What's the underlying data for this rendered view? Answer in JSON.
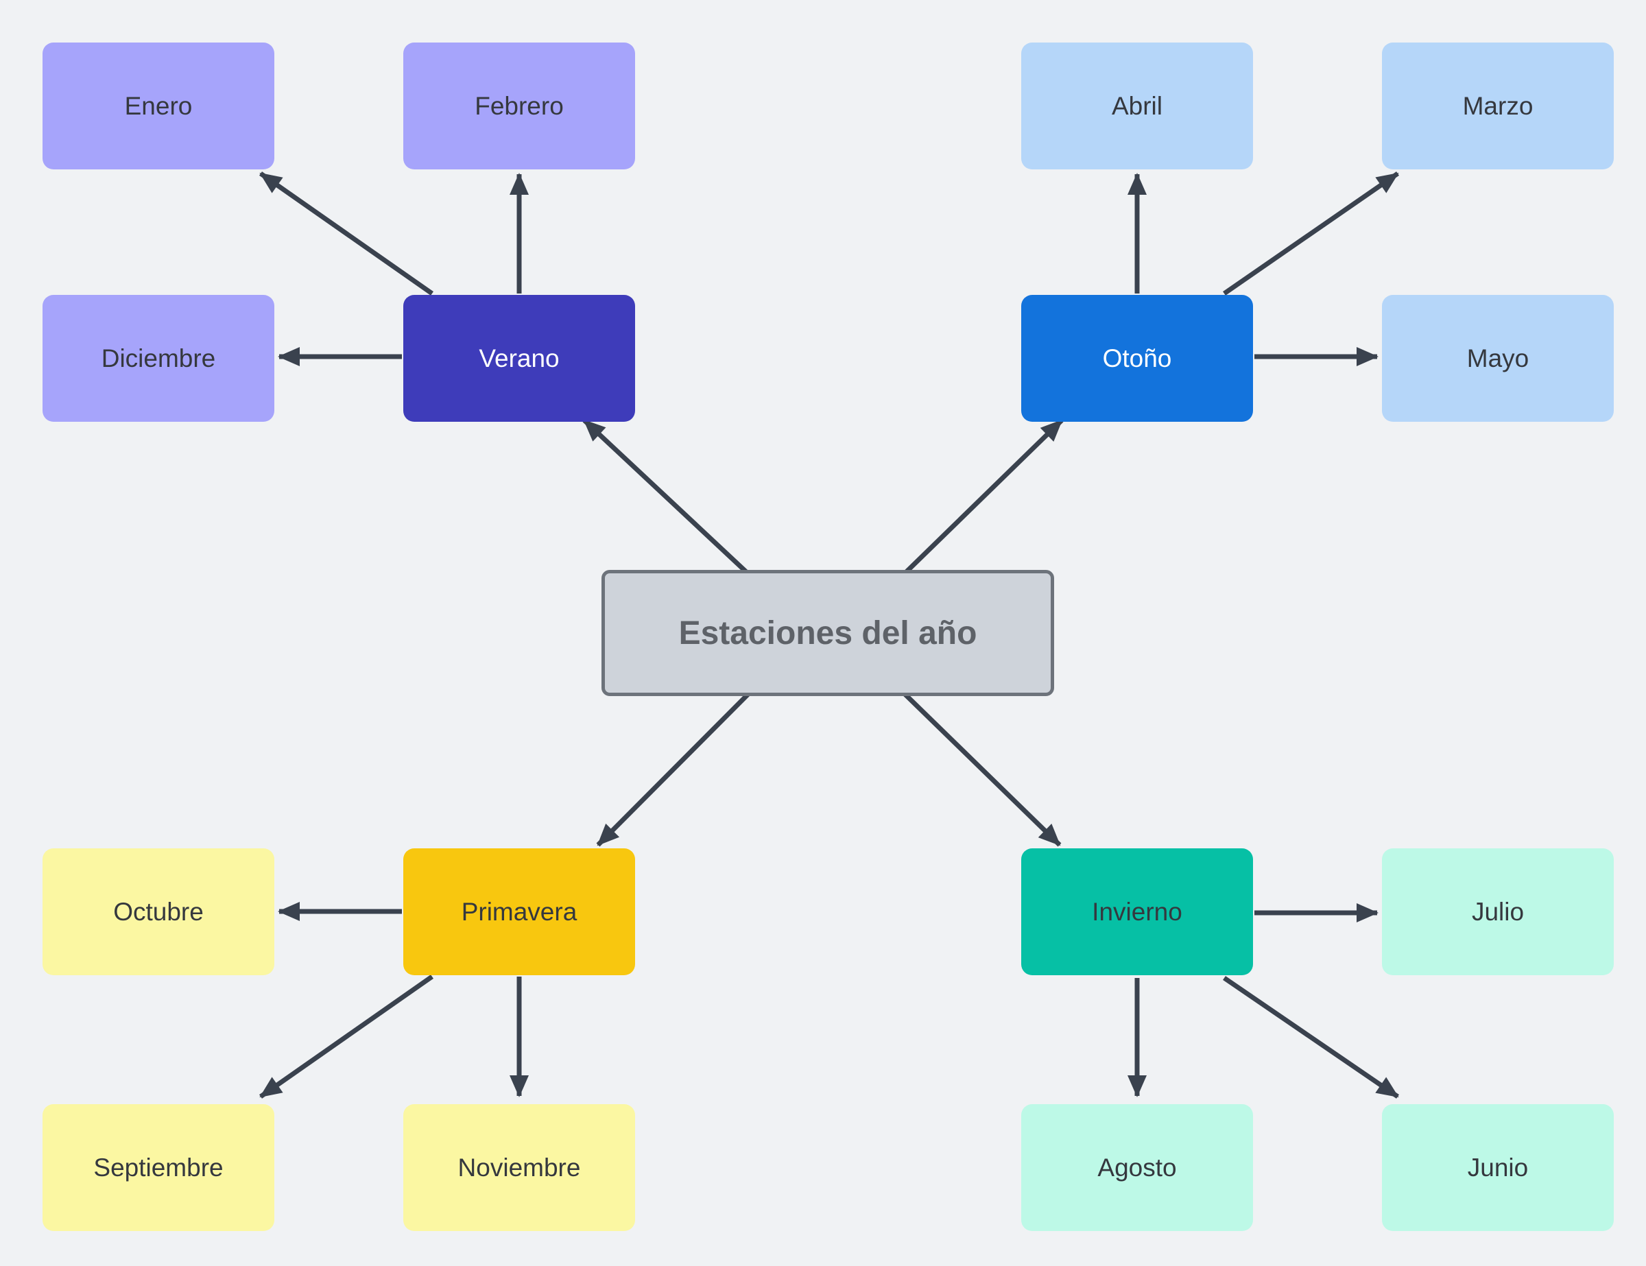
{
  "diagram": {
    "center": {
      "label": "Estaciones del año"
    },
    "seasons": {
      "verano": {
        "label": "Verano",
        "fill": "#3e3cba",
        "text_color": "#ffffff",
        "month_fill": "#a6a4fb"
      },
      "otono": {
        "label": "Otoño",
        "fill": "#1373dc",
        "text_color": "#ffffff",
        "month_fill": "#b5d6f9"
      },
      "primavera": {
        "label": "Primavera",
        "fill": "#f8c70f",
        "text_color": "#35383e",
        "month_fill": "#fbf7a2"
      },
      "invierno": {
        "label": "Invierno",
        "fill": "#06c0a5",
        "text_color": "#35383e",
        "month_fill": "#bdf9e7"
      }
    },
    "months": {
      "enero": "Enero",
      "febrero": "Febrero",
      "diciembre": "Diciembre",
      "abril": "Abril",
      "marzo": "Marzo",
      "mayo": "Mayo",
      "octubre": "Octubre",
      "septiembre": "Septiembre",
      "noviembre": "Noviembre",
      "julio": "Julio",
      "agosto": "Agosto",
      "junio": "Junio"
    },
    "edges": [
      {
        "from": "Estaciones del año",
        "to": "Verano"
      },
      {
        "from": "Estaciones del año",
        "to": "Otoño"
      },
      {
        "from": "Estaciones del año",
        "to": "Primavera"
      },
      {
        "from": "Estaciones del año",
        "to": "Invierno"
      },
      {
        "from": "Verano",
        "to": "Enero"
      },
      {
        "from": "Verano",
        "to": "Febrero"
      },
      {
        "from": "Verano",
        "to": "Diciembre"
      },
      {
        "from": "Otoño",
        "to": "Abril"
      },
      {
        "from": "Otoño",
        "to": "Marzo"
      },
      {
        "from": "Otoño",
        "to": "Mayo"
      },
      {
        "from": "Primavera",
        "to": "Octubre"
      },
      {
        "from": "Primavera",
        "to": "Septiembre"
      },
      {
        "from": "Primavera",
        "to": "Noviembre"
      },
      {
        "from": "Invierno",
        "to": "Julio"
      },
      {
        "from": "Invierno",
        "to": "Agosto"
      },
      {
        "from": "Invierno",
        "to": "Junio"
      }
    ],
    "colors": {
      "background": "#f0f2f4",
      "arrow": "#3a424e",
      "center_fill": "#ced3da",
      "center_border": "#6d737b",
      "center_text": "#5e6268",
      "dark_text": "#35383e"
    }
  }
}
